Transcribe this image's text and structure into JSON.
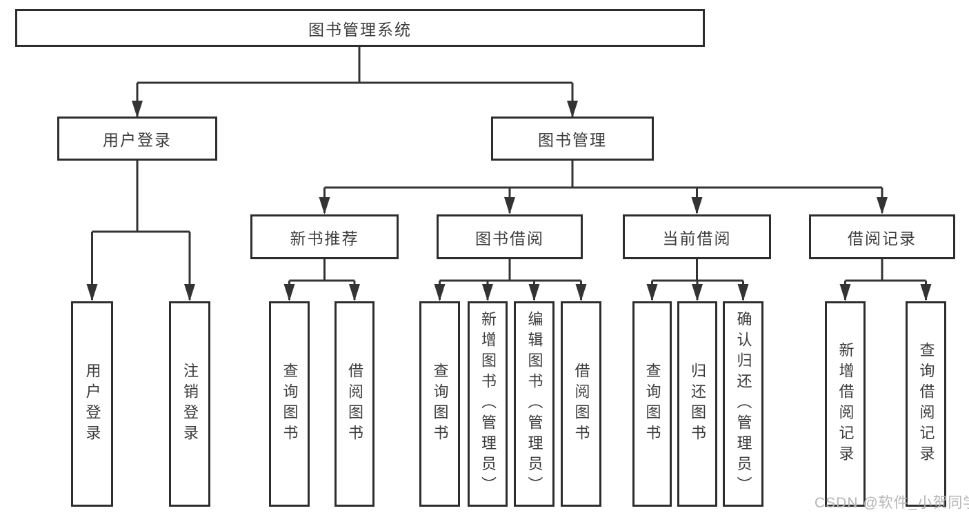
{
  "colors": {
    "background": "#ffffff",
    "line": "#333333",
    "box_border": "#2d2d2d",
    "text": "#3c3c3c",
    "watermark": "#b5b5b5"
  },
  "watermark": "CSDN @软件_小贺同学",
  "tree": {
    "label": "图书管理系统",
    "children": [
      {
        "label": "用户登录",
        "children": [
          {
            "label": "用户登录"
          },
          {
            "label": "注销登录"
          }
        ]
      },
      {
        "label": "图书管理",
        "children": [
          {
            "label": "新书推荐",
            "children": [
              {
                "label": "查询图书"
              },
              {
                "label": "借阅图书"
              }
            ]
          },
          {
            "label": "图书借阅",
            "children": [
              {
                "label": "查询图书"
              },
              {
                "label": "新增图书（管理员）"
              },
              {
                "label": "编辑图书（管理员）"
              },
              {
                "label": "借阅图书"
              }
            ]
          },
          {
            "label": "当前借阅",
            "children": [
              {
                "label": "查询图书"
              },
              {
                "label": "归还图书"
              },
              {
                "label": "确认归还（管理员）"
              }
            ]
          },
          {
            "label": "借阅记录",
            "children": [
              {
                "label": "新增借阅记录"
              },
              {
                "label": "查询借阅记录"
              }
            ]
          }
        ]
      }
    ]
  }
}
